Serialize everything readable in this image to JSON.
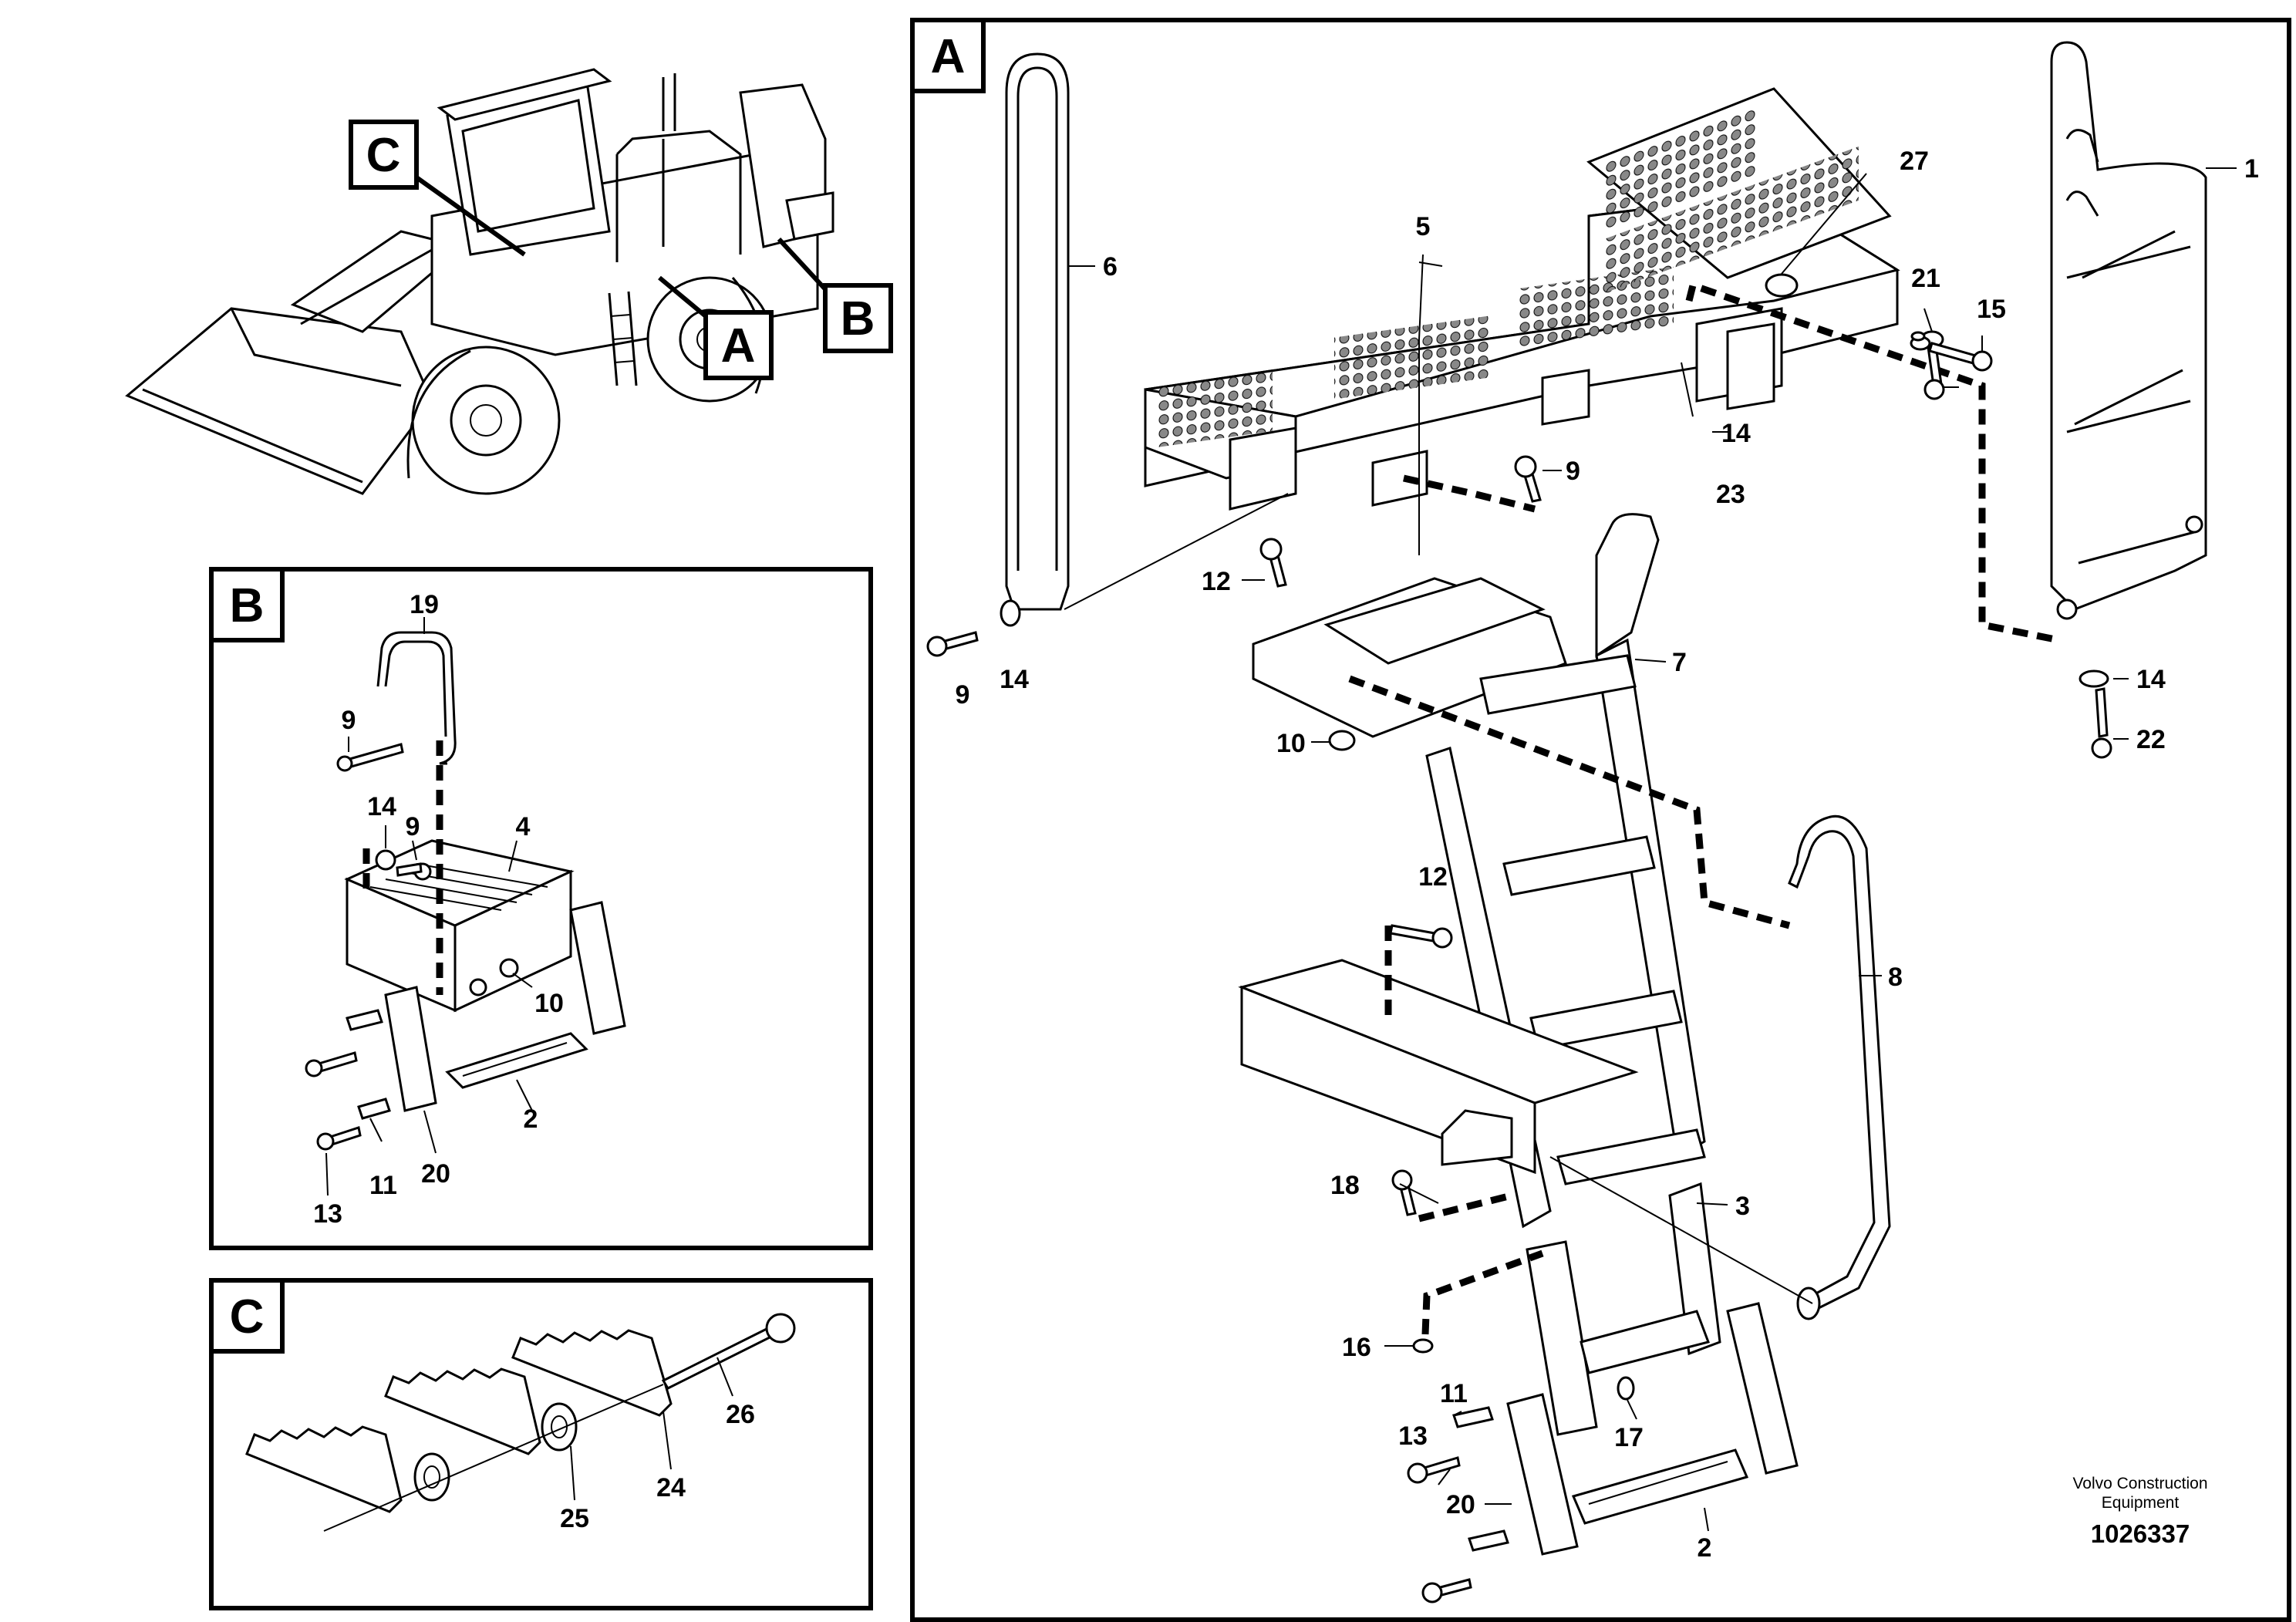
{
  "panels": {
    "A": {
      "tag": "A"
    },
    "B": {
      "tag": "B"
    },
    "C": {
      "tag": "C"
    }
  },
  "overview": {
    "callouts": [
      "C",
      "A",
      "B"
    ]
  },
  "labels": {
    "a1": "1",
    "a2": "2",
    "a3": "3",
    "a5": "5",
    "a6": "6",
    "a7": "7",
    "a8": "8",
    "a9a": "9",
    "a9b": "9",
    "a10": "10",
    "a11": "11",
    "a12a": "12",
    "a12b": "12",
    "a13": "13",
    "a14a": "14",
    "a14b": "14",
    "a14c": "14",
    "a15": "15",
    "a16": "16",
    "a17": "17",
    "a18": "18",
    "a20": "20",
    "a21": "21",
    "a22": "22",
    "a23": "23",
    "a27": "27",
    "b2": "2",
    "b4": "4",
    "b9a": "9",
    "b9b": "9",
    "b10": "10",
    "b11": "11",
    "b13": "13",
    "b14": "14",
    "b19": "19",
    "b20": "20",
    "c24": "24",
    "c25": "25",
    "c26": "26"
  },
  "footer": {
    "company_line1": "Volvo Construction",
    "company_line2": "Equipment",
    "drawing_number": "1026337"
  }
}
